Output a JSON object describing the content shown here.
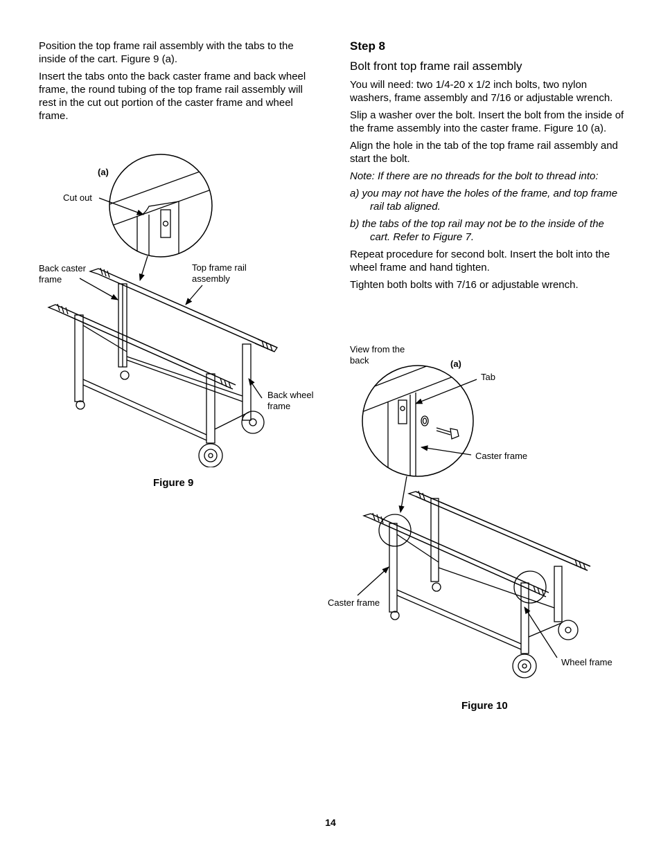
{
  "left": {
    "para1": "Position the top frame rail assembly with the tabs to the inside of the cart. Figure 9 (a).",
    "para2": "Insert the tabs onto the back caster frame and back wheel frame, the round tubing of the top frame rail assembly will rest in the cut out portion of the caster frame and wheel frame."
  },
  "right": {
    "step_title": "Step 8",
    "step_subtitle": "Bolt front top frame rail assembly",
    "para1": "You will need:  two 1/4-20 x 1/2 inch bolts, two nylon washers, frame assembly and 7/16 or adjustable wrench.",
    "para2": "Slip a washer over the bolt. Insert the bolt from the inside of the frame assembly into the caster frame. Figure 10 (a).",
    "para3": "Align the hole in the tab of the top frame rail assembly and start the bolt.",
    "note": "Note:  If there are no threads for the bolt to thread into:",
    "note_a": "a) you may not have the holes of the frame, and top frame rail tab aligned.",
    "note_b": "b) the tabs of the top rail may not be to the inside of the cart. Refer to Figure 7.",
    "para4": "Repeat procedure for second bolt. Insert the bolt into the wheel frame and hand tighten.",
    "para5": "Tighten both bolts with 7/16 or adjustable wrench."
  },
  "figure9": {
    "label_a": "(a)",
    "cut_out": "Cut out",
    "back_caster_frame": "Back caster frame",
    "top_frame_rail": "Top frame rail assembly",
    "back_wheel_frame": "Back wheel frame",
    "caption": "Figure 9"
  },
  "figure10": {
    "view_from_back": "View from the back",
    "label_a": "(a)",
    "tab": "Tab",
    "caster_frame_detail": "Caster frame",
    "caster_frame": "Caster frame",
    "wheel_frame": "Wheel frame",
    "caption": "Figure 10"
  },
  "page_number": "14"
}
